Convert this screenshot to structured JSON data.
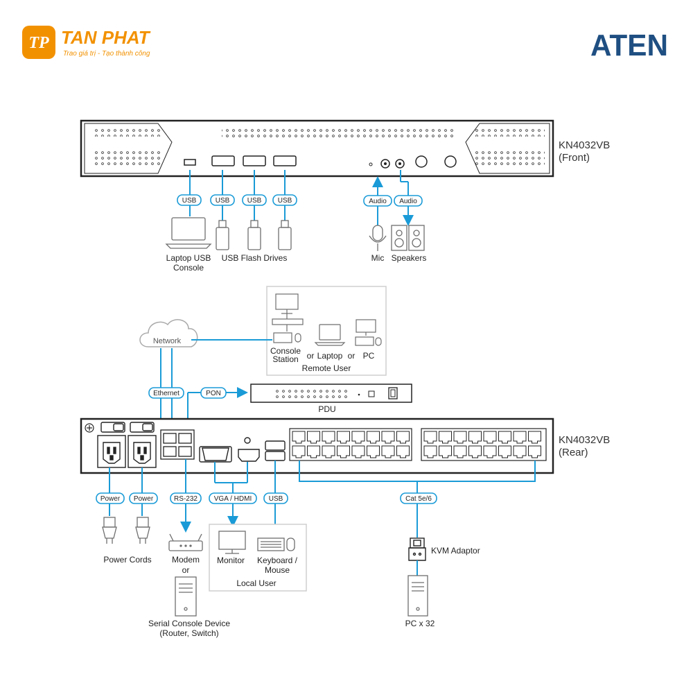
{
  "brand": {
    "tanphat_logo_text": "TP",
    "tanphat_name": "TAN PHAT",
    "tanphat_tagline": "Trao giá trị - Tạo thành công",
    "aten": "ATEN",
    "aten_color": "#1f4f82",
    "tanphat_color": "#f29100"
  },
  "front": {
    "model": "KN4032VB",
    "view": "(Front)",
    "pills": {
      "usb": "USB",
      "audio": "Audio"
    },
    "labels": {
      "laptop_line1": "Laptop USB",
      "laptop_line2": "Console",
      "flash": "USB Flash Drives",
      "mic": "Mic",
      "speakers": "Speakers"
    }
  },
  "remote": {
    "network": "Network",
    "console_line1": "Console",
    "console_line2": "Station",
    "or1": "or",
    "laptop": "Laptop",
    "or2": "or",
    "pc": "PC",
    "title": "Remote User"
  },
  "pdu": {
    "ethernet": "Ethernet",
    "pon": "PON",
    "label": "PDU"
  },
  "rear": {
    "model": "KN4032VB",
    "view": "(Rear)",
    "pills": {
      "power": "Power",
      "rs232": "RS-232",
      "vga_hdmi": "VGA / HDMI",
      "usb": "USB",
      "cat": "Cat 5e/6"
    },
    "labels": {
      "power_cords": "Power Cords",
      "modem": "Modem",
      "modem_or": "or",
      "serial_line1": "Serial Console Device",
      "serial_line2": "(Router, Switch)",
      "monitor": "Monitor",
      "kbm_line1": "Keyboard /",
      "kbm_line2": "Mouse",
      "local_user": "Local User",
      "kvm_adaptor": "KVM Adaptor",
      "pc_x32": "PC x 32"
    }
  },
  "colors": {
    "accent": "#1a9bd7",
    "device_outline": "#222222",
    "icon_gray": "#6e6e6e"
  }
}
